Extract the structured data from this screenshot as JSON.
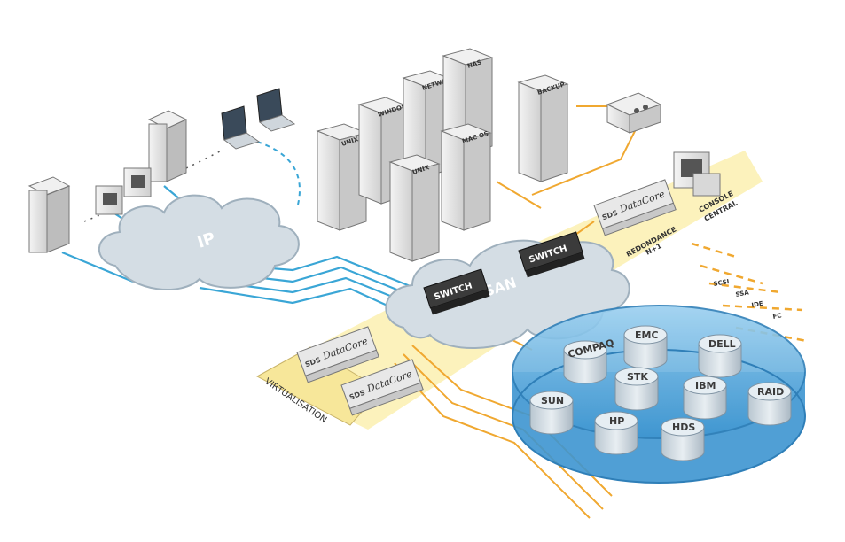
{
  "labels": {
    "ip": "IP",
    "san": "SAN",
    "switch": "SWITCH",
    "virtualisation": "VIRTUALISATION",
    "redondance": "REDONDANCE",
    "redondance_sub": "N+1",
    "console_line1": "CONSOLE",
    "console_line2": "CENTRAL",
    "datacore": "DataCore",
    "sds": "SDS"
  },
  "servers": {
    "unix_a": "UNIX",
    "windows": "WINDOWS",
    "netware": "NETWARE",
    "nas": "NAS",
    "backup": "BACKUP",
    "mac_os": "MAC OS",
    "unix_b": "UNIX"
  },
  "protocols": [
    "SCSI",
    "SSA",
    "IDE",
    "FC"
  ],
  "storage": {
    "compaq": "COMPAQ",
    "emc": "EMC",
    "dell": "DELL",
    "stk": "STK",
    "ibm": "IBM",
    "raid": "RAID",
    "sun": "SUN",
    "hp": "HP",
    "hds": "HDS"
  },
  "colors": {
    "cloud": "#d4dde4",
    "ip_link": "#3aa6d6",
    "san_link": "#f0a830",
    "zone": "#fbf0b0",
    "pool_fill": "#6fb8e6",
    "pool_edge": "#2f7fb8",
    "server": "#e6e6e6",
    "switch": "#3b3b3b"
  }
}
